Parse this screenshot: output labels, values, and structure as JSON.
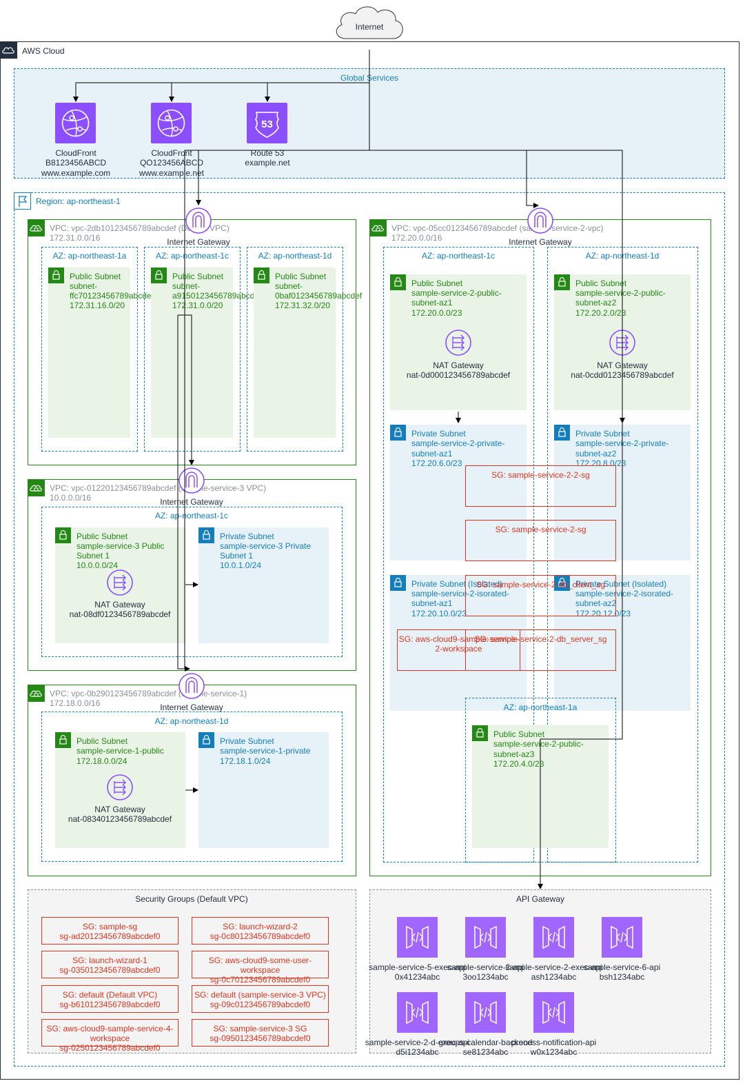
{
  "internet": "Internet",
  "aws_cloud": "AWS Cloud",
  "global_services": {
    "title": "Global Services",
    "items": [
      {
        "name": "CloudFront",
        "id": "B8123456ABCD",
        "domain": "www.example.com"
      },
      {
        "name": "CloudFront",
        "id": "QO123456ABCD",
        "domain": "www.example.net"
      },
      {
        "name": "Route 53",
        "id": "example.net"
      }
    ]
  },
  "region": "Region: ap-northeast-1",
  "vpcs": {
    "default": {
      "title": "VPC: vpc-2db10123456789abcdef (Default VPC)",
      "cidr": "172.31.0.0/16",
      "igw": "Internet Gateway",
      "azs": [
        {
          "name": "AZ: ap-northeast-1a",
          "subnet": [
            "Public Subnet",
            "subnet-",
            "ffc70123456789abcde",
            "172.31.16.0/20"
          ]
        },
        {
          "name": "AZ: ap-northeast-1c",
          "subnet": [
            "Public Subnet",
            "subnet-",
            "a9150123456789abcd",
            "172.31.0.0/20"
          ]
        },
        {
          "name": "AZ: ap-northeast-1d",
          "subnet": [
            "Public Subnet",
            "subnet-",
            "0baf0123456789abcdef",
            "172.31.32.0/20"
          ]
        }
      ]
    },
    "svc3": {
      "title": "VPC: vpc-01220123456789abcdef (sample-service-3 VPC)",
      "cidr": "10.0.0.0/16",
      "igw": "Internet Gateway",
      "az": "AZ: ap-northeast-1c",
      "public": [
        "Public Subnet",
        "sample-service-3 Public",
        "Subnet 1",
        "10.0.0.0/24"
      ],
      "nat": [
        "NAT Gateway",
        "nat-08df0123456789abcdef"
      ],
      "private": [
        "Private Subnet",
        "sample-service-3 Private",
        "Subnet 1",
        "10.0.1.0/24"
      ]
    },
    "svc1": {
      "title": "VPC: vpc-0b290123456789abcdef (sample-service-1)",
      "cidr": "172.18.0.0/16",
      "igw": "Internet Gateway",
      "az": "AZ: ap-northeast-1d",
      "public": [
        "Public Subnet",
        "sample-service-1-public",
        "172.18.0.0/24"
      ],
      "nat": [
        "NAT Gateway",
        "nat-08340123456789abcdef"
      ],
      "private": [
        "Private Subnet",
        "sample-service-1-private",
        "172.18.1.0/24"
      ]
    },
    "svc2": {
      "title": "VPC: vpc-05cc0123456789abcdef (sample-service-2-vpc)",
      "cidr": "172.20.0.0/16",
      "igw": "Internet Gateway",
      "az1c": "AZ: ap-northeast-1c",
      "az1d": "AZ: ap-northeast-1d",
      "az1a": "AZ: ap-northeast-1a",
      "pub1": [
        "Public Subnet",
        "sample-service-2-public-",
        "subnet-az1",
        "172.20.0.0/23"
      ],
      "pub2": [
        "Public Subnet",
        "sample-service-2-public-",
        "subnet-az2",
        "172.20.2.0/23"
      ],
      "nat1": [
        "NAT Gateway",
        "nat-0d000123456789abcdef"
      ],
      "nat2": [
        "NAT Gateway",
        "nat-0cdd0123456789abcdef"
      ],
      "priv1": [
        "Private Subnet",
        "sample-service-2-private-",
        "subnet-az1",
        "172.20.6.0/23"
      ],
      "priv2": [
        "Private Subnet",
        "sample-service-2-private-",
        "subnet-az2",
        "172.20.8.0/23"
      ],
      "iso1": [
        "Private Subnet (Isolated)",
        "sample-service-2-isorated-",
        "subnet-az1",
        "172.20.10.0/23"
      ],
      "iso2": [
        "Private Subnet (Isolated)",
        "sample-service-2-isorated-",
        "subnet-az2",
        "172.20.12.0/23"
      ],
      "pub3": [
        "Public Subnet",
        "sample-service-2-public-",
        "subnet-az3",
        "172.20.4.0/23"
      ],
      "sgs": {
        "sg22": "SG: sample-service-2-2-sg",
        "sg2": "SG: sample-service-2-sg",
        "client": "SG: sample-service-2-db_client_sg",
        "server": "SG: sample-service-2-db_server_sg",
        "cloud9": [
          "SG: aws-cloud9-sample-service-",
          "2-workspace"
        ]
      }
    }
  },
  "security_groups": {
    "title": "Security Groups (Default VPC)",
    "items": [
      [
        "SG: sample-sg",
        "sg-ad20123456789abcdef0"
      ],
      [
        "SG: launch-wizard-2",
        "sg-0c80123456789abcdef0"
      ],
      [
        "SG: launch-wizard-1",
        "sg-0350123456789abcdef0"
      ],
      [
        "SG: aws-cloud9-some-user-",
        "workspace",
        "sg-0c70123456789abcdef0"
      ],
      [
        "SG: default (Default VPC)",
        "sg-b610123456789abcdef0"
      ],
      [
        "SG: default (sample-service-3 VPC)",
        "sg-09c0123456789abcdef0"
      ],
      [
        "SG: aws-cloud9-sample-service-4-",
        "workspace",
        "sg-0250123456789abcdef0"
      ],
      [
        "SG: sample-service-3 SG",
        "sg-0950123456789abcdef0"
      ]
    ]
  },
  "api_gateway": {
    "title": "API Gateway",
    "items": [
      [
        "sample-service-5-exec-api",
        "0x41234abc"
      ],
      [
        "sample-service-2-api",
        "3oo1234abc"
      ],
      [
        "sample-service-2-exec-api",
        "ash1234abc"
      ],
      [
        "sample-service-6-api",
        "bsh1234abc"
      ],
      [
        "sample-service-2-d-exec-api",
        "d5i1234abc"
      ],
      [
        "groups-calendar-backend",
        "se81234abc"
      ],
      [
        "process-notification-api",
        "w0x1234abc"
      ]
    ]
  },
  "colors": {
    "cloud": "#232f3e",
    "region": "#147eba",
    "vpc": "#248814",
    "public_fill": "#e9f3e6",
    "private_fill": "#e6f2f8",
    "sg": "#dd3522",
    "cf": "#8c4fff",
    "api": "#a166ff"
  }
}
